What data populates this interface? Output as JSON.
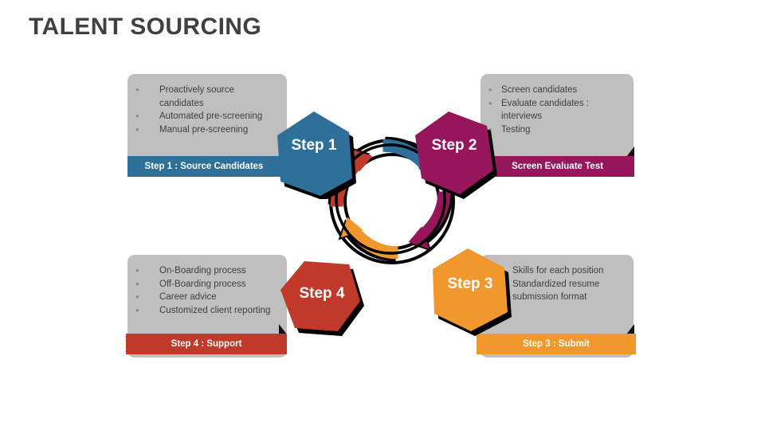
{
  "slide": {
    "title": "TALENT SOURCING",
    "background_color": "#ffffff",
    "title_color": "#404040",
    "card_color": "#bfbfbf",
    "bullet_text_color": "#3f3f3f"
  },
  "palette": {
    "step1": "#2E7099",
    "step2": "#97155A",
    "step3": "#F0982D",
    "step4": "#C0392B",
    "outline": "#000000",
    "card": "#bfbfbf"
  },
  "steps": [
    {
      "id": "step1",
      "hex_label": "Step 1",
      "band_label": "Step 1 : Source Candidates",
      "color": "#2E7099",
      "bullets": [
        "Proactively source candidates",
        "Automated pre-screening",
        "Manual pre-screening"
      ]
    },
    {
      "id": "step2",
      "hex_label": "Step 2",
      "band_label": "Screen Evaluate Test",
      "color": "#97155A",
      "bullets": [
        "Screen candidates",
        "Evaluate candidates : interviews",
        "Testing"
      ]
    },
    {
      "id": "step3",
      "hex_label": "Step 3",
      "band_label": "Step 3 : Submit",
      "color": "#F0982D",
      "bullets": [
        "Skills for each position",
        "Standardized resume submission format"
      ]
    },
    {
      "id": "step4",
      "hex_label": "Step 4",
      "band_label": "Step 4 : Support",
      "color": "#C0392B",
      "bullets": [
        "On-Boarding process",
        "Off-Boarding process",
        "Career advice",
        "Customized client reporting"
      ]
    }
  ],
  "cycle": {
    "description": "four-arrow clockwise cycle",
    "arrow_order": [
      "step1",
      "step2",
      "step3",
      "step4"
    ],
    "bullet_glyph": "•"
  }
}
